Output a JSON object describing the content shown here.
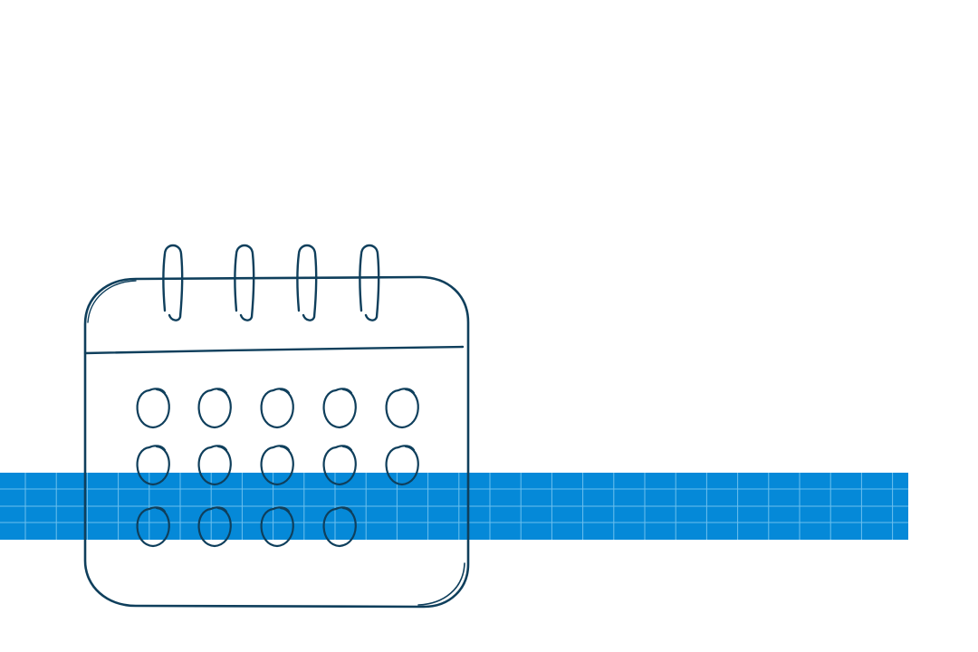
{
  "colors": {
    "background": "#ffffff",
    "band_fill": "#0589d8",
    "band_grid": "#6cc0ee",
    "ink": "#0f3f5c"
  },
  "illustration": {
    "icon": "calendar-icon",
    "ring_count": 4,
    "day_rows": [
      5,
      5,
      4
    ]
  }
}
